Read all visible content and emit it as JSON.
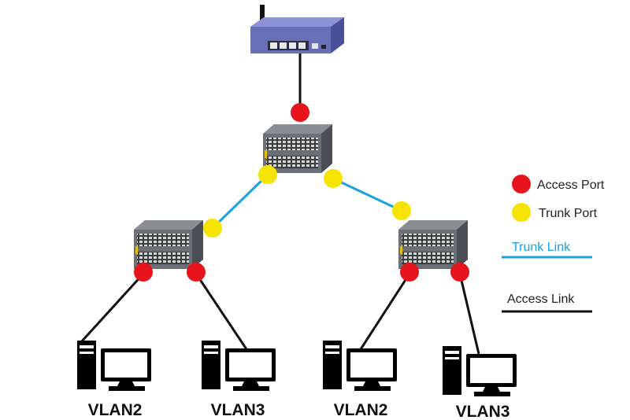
{
  "colors": {
    "access_port": "#e8141c",
    "trunk_port": "#f5e400",
    "trunk_link": "#1ba1e2",
    "access_link": "#111111",
    "router_body": "#6a70b8",
    "switch_body": "#5a5f66"
  },
  "devices": {
    "router": "router-icon",
    "switches": [
      "core-switch-icon",
      "left-switch-icon",
      "right-switch-icon"
    ],
    "pcs": [
      {
        "label": "VLAN2"
      },
      {
        "label": "VLAN3"
      },
      {
        "label": "VLAN2"
      },
      {
        "label": "VLAN3"
      }
    ]
  },
  "legend": {
    "access_port": "Access Port",
    "trunk_port": "Trunk Port",
    "trunk_link": "Trunk Link",
    "access_link": "Access Link"
  }
}
